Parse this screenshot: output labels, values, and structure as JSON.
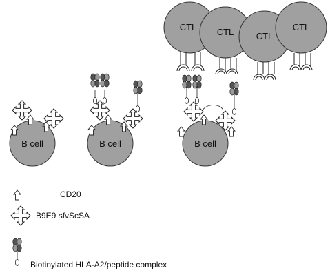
{
  "cells": {
    "b_cell_label": "B cell",
    "ctl_label": "CTL"
  },
  "legend": {
    "cd20": "CD20",
    "sfv": "B9E9 sfvScSA",
    "biotin": "Biotinylated HLA-A2/peptide complex"
  },
  "colors": {
    "cell_fill": "#a0a0a0",
    "cell_stroke": "#333333",
    "complex_dark": "#555555",
    "complex_light": "#9a9a9a"
  },
  "icons": [
    "cd20-arrow-icon",
    "sfv-cross-icon",
    "hla-complex-icon",
    "biotin-oval-icon",
    "tcr-receptor-icon"
  ]
}
